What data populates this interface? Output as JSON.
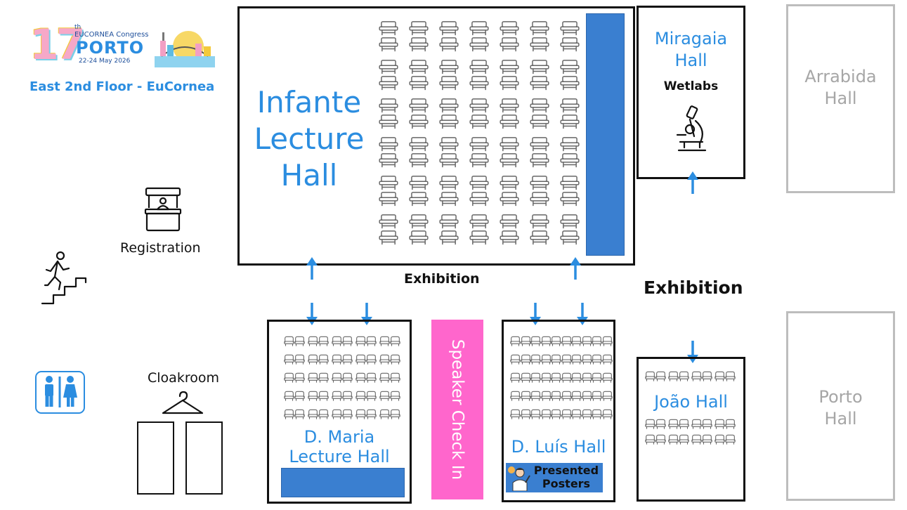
{
  "logo": {
    "number": "17",
    "superscript": "th",
    "org": "EUCORNEA Congress",
    "city": "PORTO",
    "dates": "22-24 May 2026"
  },
  "floor_title": "East 2nd Floor - EuCornea",
  "rooms": {
    "infante": {
      "name_line1": "Infante",
      "name_line2": "Lecture",
      "name_line3": "Hall"
    },
    "miragaia": {
      "name_line1": "Miragaia",
      "name_line2": "Hall",
      "subtitle": "Wetlabs"
    },
    "arrabida": {
      "name_line1": "Arrabida",
      "name_line2": "Hall"
    },
    "porto": {
      "name_line1": "Porto",
      "name_line2": "Hall"
    },
    "dmaria": {
      "name_line1": "D. Maria",
      "name_line2": "Lecture Hall"
    },
    "dluis": {
      "name": "D. Luís Hall",
      "badge_line1": "Presented",
      "badge_line2": "Posters"
    },
    "joao": {
      "name": "João Hall"
    },
    "speaker": {
      "name": "Speaker Check In"
    }
  },
  "labels": {
    "exhibition_small": "Exhibition",
    "exhibition_large": "Exhibition",
    "registration": "Registration",
    "cloakroom": "Cloakroom"
  },
  "icons": [
    "chair-icon",
    "registration-desk-icon",
    "stairs-icon",
    "restroom-icon",
    "hanger-icon",
    "microscope-icon",
    "arrow-up-icon",
    "arrow-down-icon",
    "presenter-icon"
  ],
  "colors": {
    "accent": "#2b8de0",
    "bar": "#3a7fd0",
    "speaker": "#ff66cc",
    "muted": "#a6a6a6"
  }
}
